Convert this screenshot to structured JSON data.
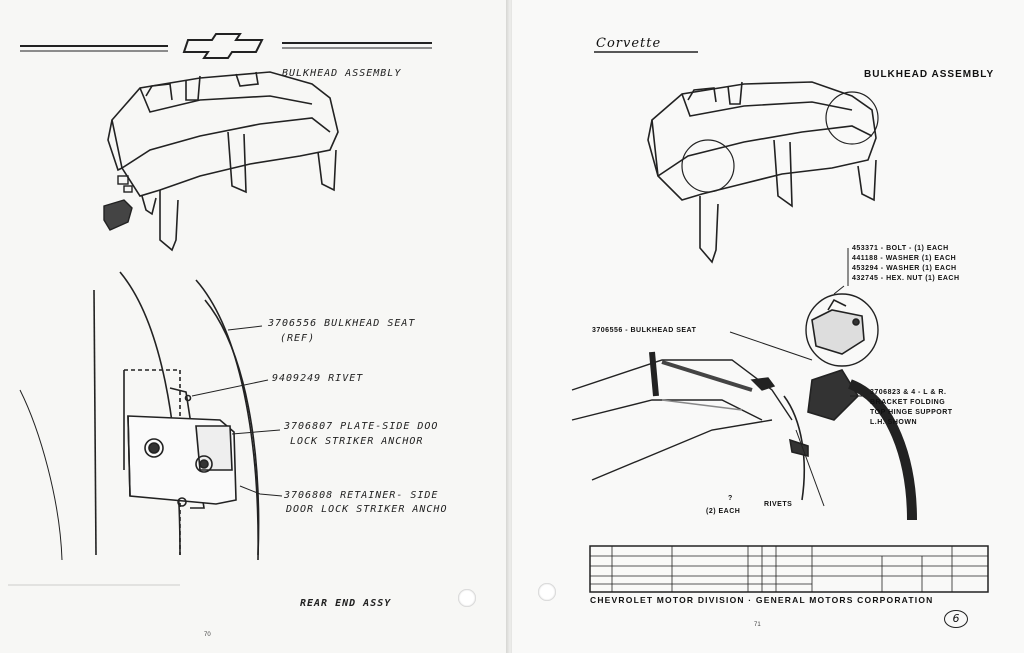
{
  "left_page": {
    "title": "BULKHEAD ASSEMBLY",
    "callouts": [
      {
        "line1": "3706556 BULKHEAD SEAT",
        "line2": "(REF)"
      },
      {
        "line1": "9409249 RIVET",
        "line2": ""
      },
      {
        "line1": "3706807 PLATE-SIDE DOO",
        "line2": "LOCK STRIKER ANCHOR"
      },
      {
        "line1": "3706808 RETAINER- SIDE",
        "line2": "DOOR LOCK STRIKER ANCHO"
      }
    ],
    "footer_note": "REAR END ASSY",
    "page_number": "70"
  },
  "right_page": {
    "logo_script": "Corvette",
    "title": "BULKHEAD ASSEMBLY",
    "hardware_callout": [
      "453371 - BOLT - (1) EACH",
      "441188 - WASHER (1) EACH",
      "453294 - WASHER (1) EACH",
      "432745 - HEX. NUT (1) EACH"
    ],
    "seat_callout": "3706556 - BULKHEAD SEAT",
    "bracket_callout": [
      "3706823 & 4 - L & R.",
      "BRACKET FOLDING",
      "TOP HINGE SUPPORT",
      "L.H. SHOWN"
    ],
    "rivets_qty_line1": "?",
    "rivets_qty_line2": "(2) EACH",
    "rivets_label": "RIVETS",
    "footer_line": "CHEVROLET MOTOR DIVISION · GENERAL MOTORS CORPORATION",
    "page_number": "71",
    "circled_number": "6"
  }
}
